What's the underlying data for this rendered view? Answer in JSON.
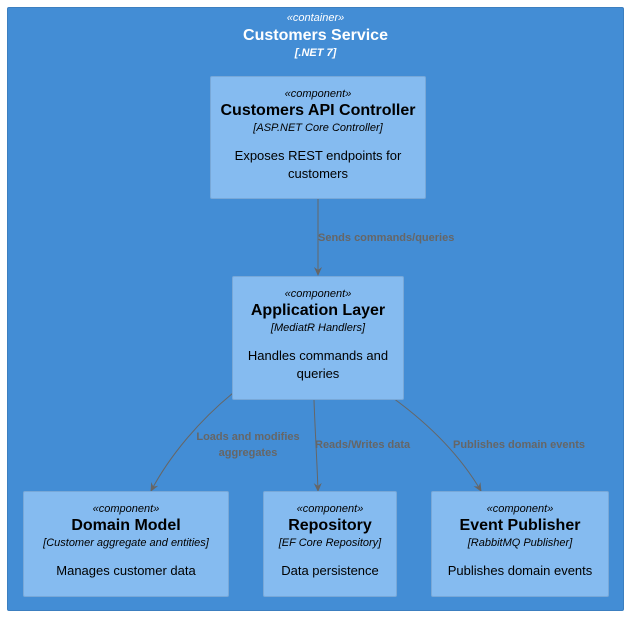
{
  "container": {
    "stereotype": "«container»",
    "title": "Customers Service",
    "technology": "[.NET 7]"
  },
  "components": {
    "api_controller": {
      "stereotype": "«component»",
      "name": "Customers API Controller",
      "technology": "[ASP.NET Core Controller]",
      "description": "Exposes REST endpoints for customers"
    },
    "application_layer": {
      "stereotype": "«component»",
      "name": "Application Layer",
      "technology": "[MediatR Handlers]",
      "description": "Handles commands and queries"
    },
    "domain_model": {
      "stereotype": "«component»",
      "name": "Domain Model",
      "technology": "[Customer aggregate and entities]",
      "description": "Manages customer data"
    },
    "repository": {
      "stereotype": "«component»",
      "name": "Repository",
      "technology": "[EF Core Repository]",
      "description": "Data persistence"
    },
    "event_publisher": {
      "stereotype": "«component»",
      "name": "Event Publisher",
      "technology": "[RabbitMQ Publisher]",
      "description": "Publishes domain events"
    }
  },
  "relations": {
    "sends": "Sends commands/queries",
    "loads_line1": "Loads and modifies",
    "loads_line2": "aggregates",
    "reads_writes": "Reads/Writes data",
    "publishes": "Publishes domain events"
  },
  "colors": {
    "container_fill": "#438dd5",
    "component_fill": "#85bbf0",
    "edge": "#666666"
  }
}
